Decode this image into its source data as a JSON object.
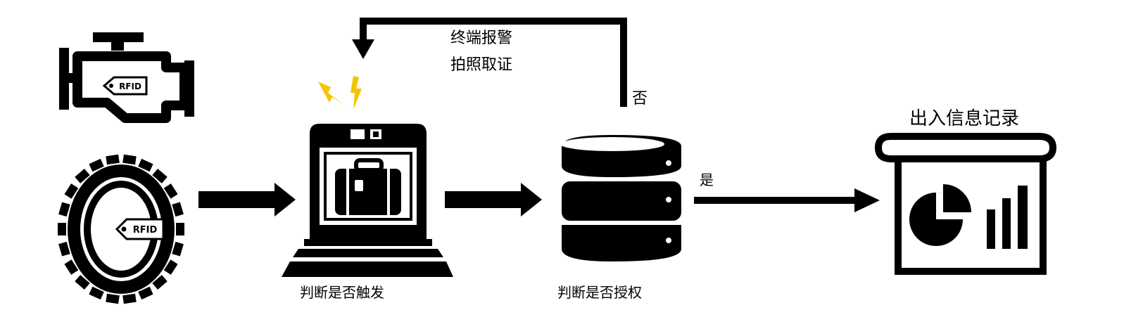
{
  "labels": {
    "alarm_line1": "终端报警",
    "alarm_line2": "拍照取证",
    "no": "否",
    "yes": "是",
    "judge_trigger": "判断是否触发",
    "judge_auth": "判断是否授权",
    "record": "出入信息记录"
  },
  "tags": {
    "engine_tag": "RFID",
    "tire_tag": "RFID"
  },
  "colors": {
    "ink": "#000000",
    "spark": "#f5c400",
    "background": "#ffffff"
  }
}
